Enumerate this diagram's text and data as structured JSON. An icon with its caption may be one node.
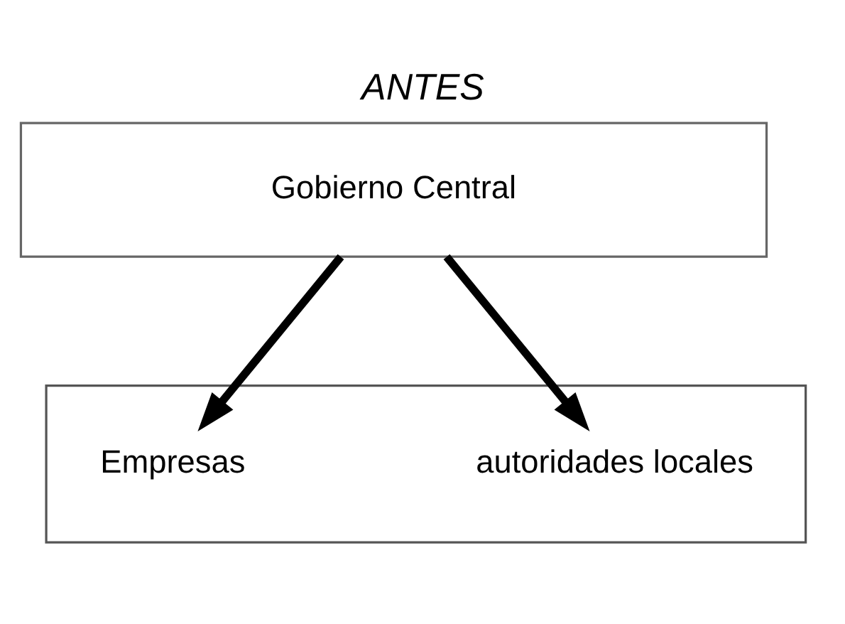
{
  "diagram": {
    "title": "ANTES",
    "nodes": [
      {
        "text": [
          "Gobierno Central"
        ]
      },
      {
        "text": [],
        "shape": "box"
      },
      {
        "text": [
          "Empresas"
        ],
        "in": 1
      },
      {
        "text": [
          "autoridades locales"
        ],
        "in": 1
      }
    ],
    "edges": [
      {
        "from": 0,
        "to": 2,
        "arrow": "to"
      },
      {
        "from": 0,
        "to": 3,
        "arrow": "to"
      }
    ]
  }
}
